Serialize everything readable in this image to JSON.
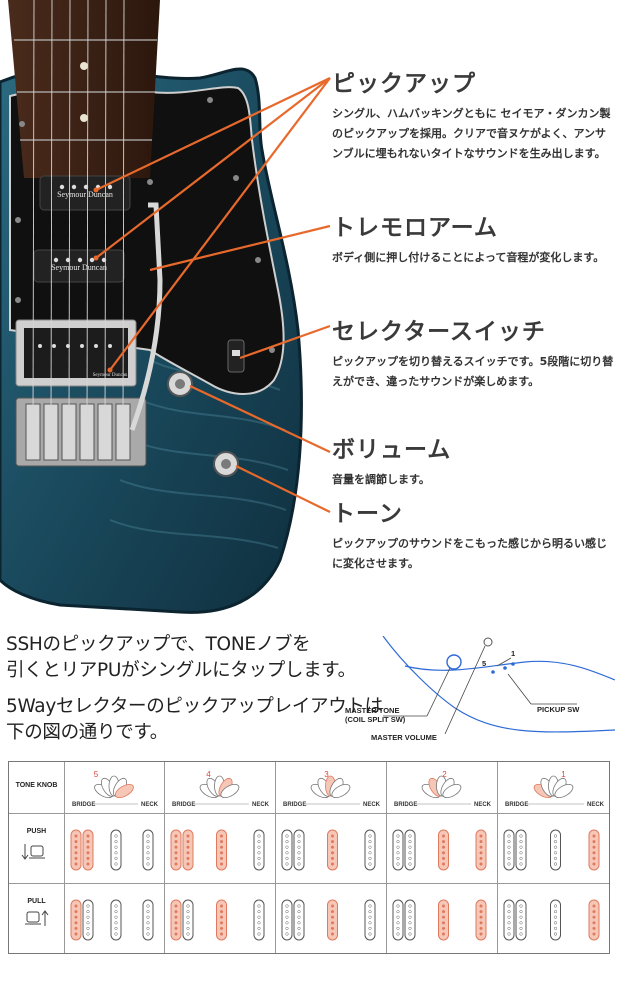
{
  "features": [
    {
      "id": "pickup",
      "title": "ピックアップ",
      "desc": "シングル、ハムバッキングともに セイモア・ダンカン製のピックアップを採用。クリアで音ヌケがよく、アンサンブルに埋もれないタイトなサウンドを生み出します。"
    },
    {
      "id": "tremolo",
      "title": "トレモロアーム",
      "desc": "ボディ側に押し付けることによって音程が変化します。"
    },
    {
      "id": "selector",
      "title": "セレクタースイッチ",
      "desc": "ピックアップを切り替えるスイッチです。5段階に切り替えができ、違ったサウンドが楽しめます。"
    },
    {
      "id": "volume",
      "title": "ボリューム",
      "desc": "音量を調節します。"
    },
    {
      "id": "tone",
      "title": "トーン",
      "desc": "ピックアップのサウンドをこもった感じから明るい感じに変化させます。"
    }
  ],
  "pickup_brand_neck": "Seymour Duncan",
  "pickup_brand_middle": "Seymour Duncan",
  "pickup_brand_bridge": "Seymour Duncan",
  "intro": {
    "line1": "SSHのピックアップで、TONEノブを",
    "line2": "引くとリアPUがシングルにタップします。",
    "line3": "5Wayセレクターのピックアップレイアウトは",
    "line4": "下の図の通りです。"
  },
  "control_diagram": {
    "master_tone": "MASTER TONE",
    "coil_split": "(COIL SPLIT SW)",
    "master_volume": "MASTER VOLUME",
    "pickup_sw": "PICKUP SW",
    "pos_5": "5",
    "pos_1": "1"
  },
  "table": {
    "header_label": "TONE KNOB",
    "push_label": "PUSH",
    "pull_label": "PULL",
    "bridge_label": "BRIDGE",
    "neck_label": "NECK",
    "positions": [
      "5",
      "4",
      "3",
      "2",
      "1"
    ],
    "push_active": [
      [
        true,
        true,
        false,
        false
      ],
      [
        true,
        true,
        true,
        false
      ],
      [
        false,
        false,
        true,
        false
      ],
      [
        false,
        false,
        true,
        true
      ],
      [
        false,
        false,
        false,
        true
      ]
    ],
    "pull_active": [
      [
        true,
        false,
        false,
        false
      ],
      [
        true,
        false,
        true,
        false
      ],
      [
        false,
        false,
        true,
        false
      ],
      [
        false,
        false,
        true,
        true
      ],
      [
        false,
        false,
        false,
        true
      ]
    ],
    "colors": {
      "active": "#e07a5f",
      "active_fill": "#f6c6b6",
      "inactive": "#555555"
    }
  },
  "colors": {
    "callout": "#e8692c",
    "body_blue": "#1d4f63",
    "pickguard": "#111111"
  }
}
